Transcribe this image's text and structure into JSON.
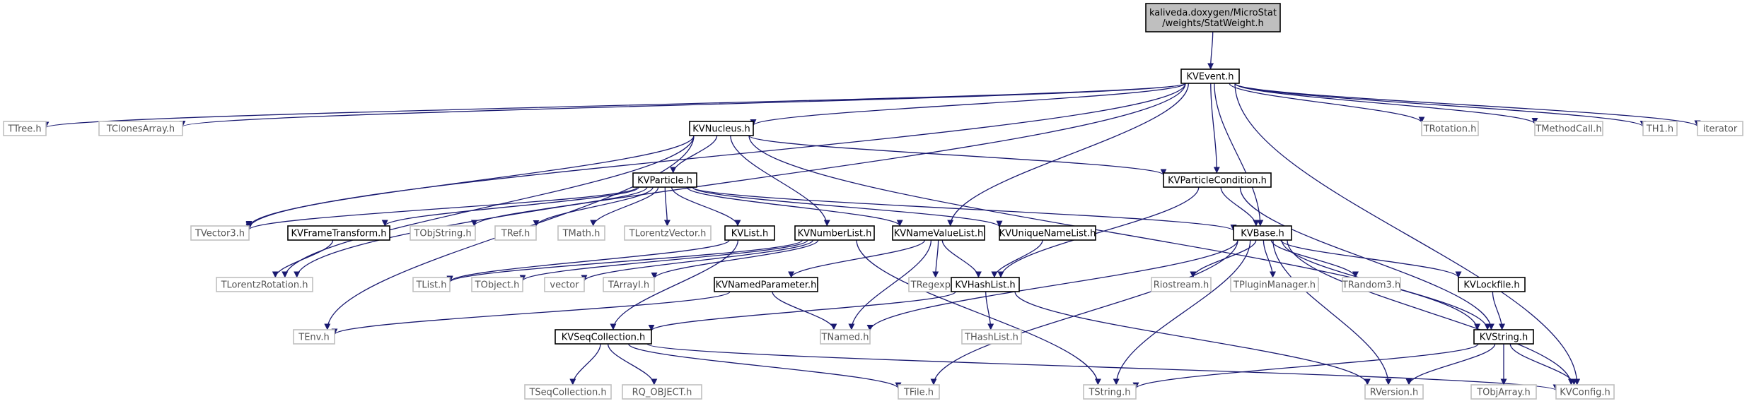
{
  "nodes": {
    "root": {
      "lines": [
        "kaliveda.doxygen/MicroStat",
        "/weights/StatWeight.h"
      ],
      "style": "root"
    },
    "kvevent": {
      "lines": [
        "KVEvent.h"
      ],
      "style": "project"
    },
    "ttree": {
      "lines": [
        "TTree.h"
      ],
      "style": "external"
    },
    "tclonesarray": {
      "lines": [
        "TClonesArray.h"
      ],
      "style": "external"
    },
    "kvnucleus": {
      "lines": [
        "KVNucleus.h"
      ],
      "style": "project"
    },
    "trotation": {
      "lines": [
        "TRotation.h"
      ],
      "style": "external"
    },
    "tmethodcall": {
      "lines": [
        "TMethodCall.h"
      ],
      "style": "external"
    },
    "th1": {
      "lines": [
        "TH1.h"
      ],
      "style": "external"
    },
    "iterator": {
      "lines": [
        "iterator"
      ],
      "style": "external"
    },
    "kvparticle": {
      "lines": [
        "KVParticle.h"
      ],
      "style": "project"
    },
    "kvparticlecondition": {
      "lines": [
        "KVParticleCondition.h"
      ],
      "style": "project"
    },
    "tvector3": {
      "lines": [
        "TVector3.h"
      ],
      "style": "external"
    },
    "kvframetransform": {
      "lines": [
        "KVFrameTransform.h"
      ],
      "style": "project"
    },
    "tobjstring": {
      "lines": [
        "TObjString.h"
      ],
      "style": "external"
    },
    "tref": {
      "lines": [
        "TRef.h"
      ],
      "style": "external"
    },
    "tmath": {
      "lines": [
        "TMath.h"
      ],
      "style": "external"
    },
    "tlorentzvector": {
      "lines": [
        "TLorentzVector.h"
      ],
      "style": "external"
    },
    "kvlist": {
      "lines": [
        "KVList.h"
      ],
      "style": "project"
    },
    "kvnumberlist": {
      "lines": [
        "KVNumberList.h"
      ],
      "style": "project"
    },
    "kvnamevaluelist": {
      "lines": [
        "KVNameValueList.h"
      ],
      "style": "project"
    },
    "kvuniquenamelist": {
      "lines": [
        "KVUniqueNameList.h"
      ],
      "style": "project"
    },
    "kvbase": {
      "lines": [
        "KVBase.h"
      ],
      "style": "project"
    },
    "tlorentzrotation": {
      "lines": [
        "TLorentzRotation.h"
      ],
      "style": "external"
    },
    "tlist": {
      "lines": [
        "TList.h"
      ],
      "style": "external"
    },
    "tobject": {
      "lines": [
        "TObject.h"
      ],
      "style": "external"
    },
    "vector": {
      "lines": [
        "vector"
      ],
      "style": "external"
    },
    "tarrayi": {
      "lines": [
        "TArrayI.h"
      ],
      "style": "external"
    },
    "tregexp": {
      "lines": [
        "TRegexp.h"
      ],
      "style": "external"
    },
    "kvhashlist": {
      "lines": [
        "KVHashList.h"
      ],
      "style": "project"
    },
    "kvnamedparameter": {
      "lines": [
        "KVNamedParameter.h"
      ],
      "style": "project"
    },
    "riostream": {
      "lines": [
        "Riostream.h"
      ],
      "style": "external"
    },
    "tpluginmanager": {
      "lines": [
        "TPluginManager.h"
      ],
      "style": "external"
    },
    "trandom3": {
      "lines": [
        "TRandom3.h"
      ],
      "style": "external"
    },
    "kvlockfile": {
      "lines": [
        "KVLockfile.h"
      ],
      "style": "project"
    },
    "tenv": {
      "lines": [
        "TEnv.h"
      ],
      "style": "external"
    },
    "kvseqcollection": {
      "lines": [
        "KVSeqCollection.h"
      ],
      "style": "project"
    },
    "tnamed": {
      "lines": [
        "TNamed.h"
      ],
      "style": "external"
    },
    "thashlist": {
      "lines": [
        "THashList.h"
      ],
      "style": "external"
    },
    "kvstring": {
      "lines": [
        "KVString.h"
      ],
      "style": "project"
    },
    "tseqcollection": {
      "lines": [
        "TSeqCollection.h"
      ],
      "style": "external"
    },
    "rq_object": {
      "lines": [
        "RQ_OBJECT.h"
      ],
      "style": "external"
    },
    "tfile": {
      "lines": [
        "TFile.h"
      ],
      "style": "external"
    },
    "tstring": {
      "lines": [
        "TString.h"
      ],
      "style": "external"
    },
    "rversion": {
      "lines": [
        "RVersion.h"
      ],
      "style": "external"
    },
    "tobjarray": {
      "lines": [
        "TObjArray.h"
      ],
      "style": "external"
    },
    "kvconfig": {
      "lines": [
        "KVConfig.h"
      ],
      "style": "external"
    }
  },
  "edges": [
    [
      "root",
      "kvevent"
    ],
    [
      "kvevent",
      "ttree"
    ],
    [
      "kvevent",
      "tclonesarray"
    ],
    [
      "kvevent",
      "kvnucleus"
    ],
    [
      "kvevent",
      "tvector3"
    ],
    [
      "kvevent",
      "tlorentzrotation"
    ],
    [
      "kvevent",
      "kvnamevaluelist"
    ],
    [
      "kvevent",
      "kvparticlecondition"
    ],
    [
      "kvevent",
      "kvbase"
    ],
    [
      "kvevent",
      "kvconfig"
    ],
    [
      "kvevent",
      "trotation"
    ],
    [
      "kvevent",
      "tmethodcall"
    ],
    [
      "kvevent",
      "th1"
    ],
    [
      "kvevent",
      "iterator"
    ],
    [
      "kvnucleus",
      "kvparticle"
    ],
    [
      "kvnucleus",
      "tvector3"
    ],
    [
      "kvnucleus",
      "tlorentzrotation"
    ],
    [
      "kvnucleus",
      "tenv"
    ],
    [
      "kvnucleus",
      "kvnumberlist"
    ],
    [
      "kvnucleus",
      "kvparticlecondition"
    ],
    [
      "kvnucleus",
      "kvstring"
    ],
    [
      "kvparticle",
      "tvector3"
    ],
    [
      "kvparticle",
      "kvframetransform"
    ],
    [
      "kvparticle",
      "tobjstring"
    ],
    [
      "kvparticle",
      "tref"
    ],
    [
      "kvparticle",
      "tmath"
    ],
    [
      "kvparticle",
      "tlorentzvector"
    ],
    [
      "kvparticle",
      "kvlist"
    ],
    [
      "kvparticle",
      "kvnamevaluelist"
    ],
    [
      "kvparticle",
      "kvuniquenamelist"
    ],
    [
      "kvparticle",
      "kvbase"
    ],
    [
      "kvframetransform",
      "tlorentzrotation"
    ],
    [
      "kvparticlecondition",
      "kvbase"
    ],
    [
      "kvparticlecondition",
      "kvhashlist"
    ],
    [
      "kvparticlecondition",
      "kvstring"
    ],
    [
      "kvlist",
      "tlist"
    ],
    [
      "kvlist",
      "kvseqcollection"
    ],
    [
      "kvnumberlist",
      "tlist"
    ],
    [
      "kvnumberlist",
      "tobject"
    ],
    [
      "kvnumberlist",
      "vector"
    ],
    [
      "kvnumberlist",
      "tarrayi"
    ],
    [
      "kvnumberlist",
      "tstring"
    ],
    [
      "kvnamevaluelist",
      "kvnamedparameter"
    ],
    [
      "kvnamevaluelist",
      "tregexp"
    ],
    [
      "kvnamevaluelist",
      "kvhashlist"
    ],
    [
      "kvnamevaluelist",
      "tnamed"
    ],
    [
      "kvuniquenamelist",
      "kvhashlist"
    ],
    [
      "kvbase",
      "tnamed"
    ],
    [
      "kvbase",
      "riostream"
    ],
    [
      "kvbase",
      "tpluginmanager"
    ],
    [
      "kvbase",
      "trandom3"
    ],
    [
      "kvbase",
      "kvlockfile"
    ],
    [
      "kvbase",
      "kvstring"
    ],
    [
      "kvbase",
      "tstring"
    ],
    [
      "kvbase",
      "rversion"
    ],
    [
      "kvbase",
      "tfile"
    ],
    [
      "kvbase",
      "kvconfig"
    ],
    [
      "kvnamedparameter",
      "tnamed"
    ],
    [
      "kvnamedparameter",
      "tenv"
    ],
    [
      "kvhashlist",
      "thashlist"
    ],
    [
      "kvhashlist",
      "kvseqcollection"
    ],
    [
      "kvhashlist",
      "rversion"
    ],
    [
      "kvlockfile",
      "kvstring"
    ],
    [
      "kvseqcollection",
      "tseqcollection"
    ],
    [
      "kvseqcollection",
      "rq_object"
    ],
    [
      "kvseqcollection",
      "tfile"
    ],
    [
      "kvseqcollection",
      "kvconfig"
    ],
    [
      "kvstring",
      "tobjarray"
    ],
    [
      "kvstring",
      "kvconfig"
    ],
    [
      "kvstring",
      "tstring"
    ],
    [
      "kvstring",
      "rversion"
    ]
  ],
  "colors": {
    "edge": "#191970",
    "project_border": "#000000",
    "external_border": "#bfbfbf",
    "external_text": "#555555",
    "root_fill": "#bfbfbf",
    "node_fill": "#ffffff"
  }
}
